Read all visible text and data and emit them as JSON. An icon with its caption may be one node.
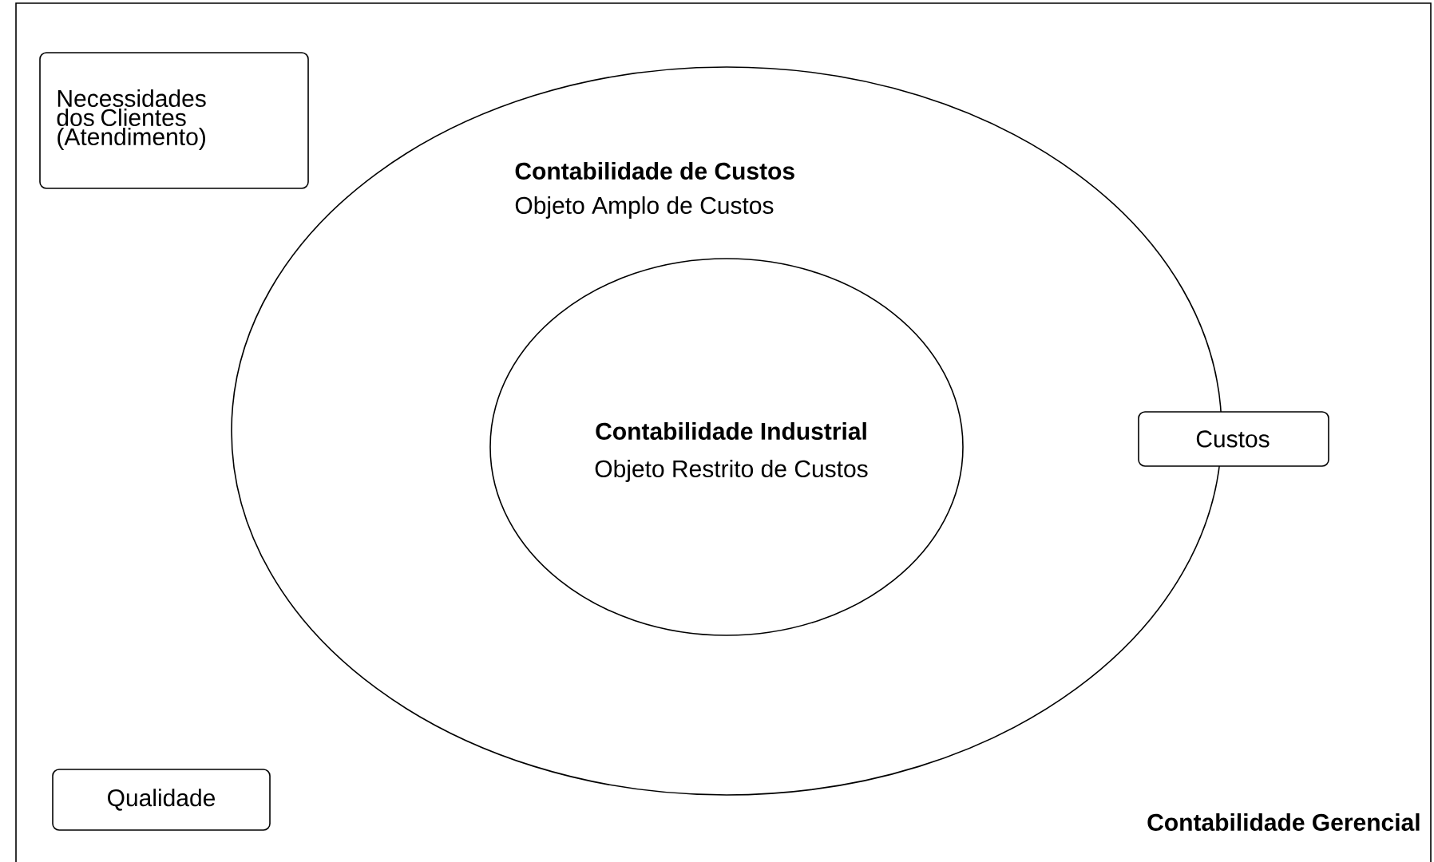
{
  "diagram": {
    "nodes": [
      {
        "text": [
          "Contabilidade Gerencial"
        ]
      },
      {
        "text": [
          "Necessidades dos Clientes (Atendimento)"
        ],
        "in": 0
      },
      {
        "text": [
          "Contabilidade de Custos",
          "Objeto Amplo de Custos"
        ],
        "in": 0
      },
      {
        "text": [
          "Contabilidade Industrial",
          "Objeto Restrito de Custos"
        ],
        "in": 2
      },
      {
        "text": [
          "Custos"
        ],
        "in": 0
      },
      {
        "text": [
          "Qualidade"
        ],
        "in": 0
      }
    ]
  }
}
